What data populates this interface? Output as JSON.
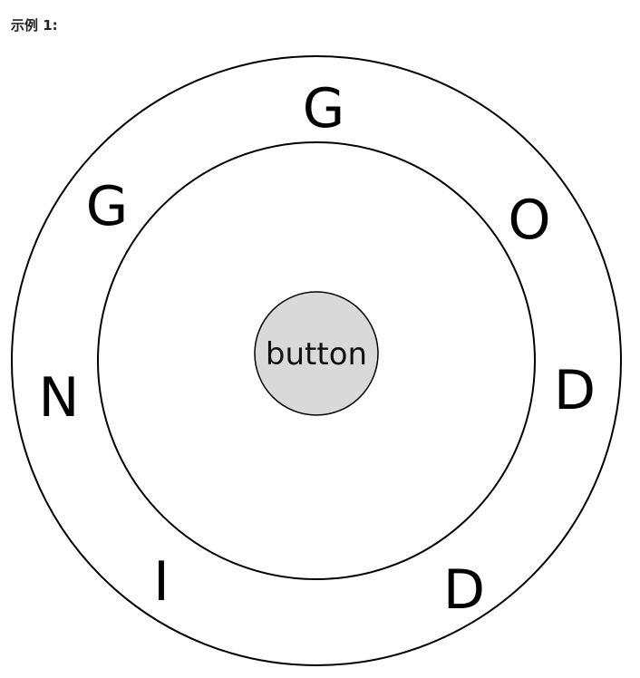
{
  "heading": "示例 1:",
  "ring": {
    "letters": [
      "G",
      "O",
      "D",
      "D",
      "I",
      "N",
      "G"
    ]
  },
  "center_button": {
    "label": "button",
    "fill": "#d9d9d9"
  }
}
